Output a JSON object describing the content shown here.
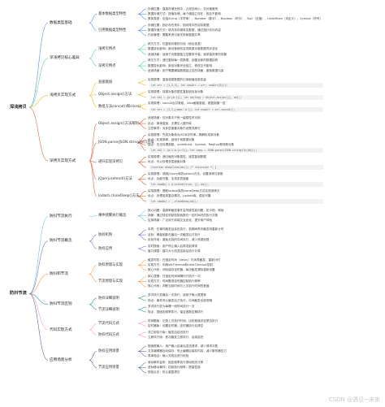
{
  "roots": [
    {
      "id": "r1",
      "label": "深浅拷贝",
      "children": [
        {
          "id": "a",
          "label": "数据类型基础",
          "children": [
            {
              "label": "基本数据类型特性",
              "leaves": [
                "存储位置：直接存储在栈中，占用空间小，访问速度快",
                "数据存储方式：按值存储，每个值独立存在，相互不影响",
                "具体类型：包括String（字符串）、Number（数字）、Boolean（布尔）、Null（空值）、Undefined（未定义）、Symbol（符号）"
              ]
            },
            {
              "label": "引用数据类型特性",
              "leaves": [
                "存储位置：指针存在栈中，指向堆中的实际数据",
                "数据存储方式：堆内存存储真实数据，通过指针访问内容",
                "内存管理：需要考虑引用关系和数据共享"
              ]
            }
          ]
        },
        {
          "id": "b",
          "label": "深浅拷贝核心差异",
          "children": [
            {
              "label": "浅拷贝特点",
              "leaves": [
                "拷贝方式：仅复制对象的引用（地址信息）",
                "数据变化影响：新对象修改会导致原对象数据同步变化",
                "适用场景：适用于对数据独立性要求不高，追求高效率的场景"
              ]
            },
            {
              "label": "深拷贝特点",
              "leaves": [
                "拷贝方式：递归复制每一层数据，创建全新的数据结构",
                "数据变化影响：新旧对象完全独立，修改互不影响",
                "适用场景：用于需要确保数据独立性的场景，避免数据污染"
              ]
            }
          ]
        },
        {
          "id": "c",
          "label": "浅拷贝实现方式",
          "children": [
            {
              "label": "直接赋值",
              "leaves": [
                "实现原理：直接将原数据的引用赋值给新变量"
              ],
              "code": "let arr = [1,2,3]; let newArr = arr; newArr[0]=1;"
            },
            {
              "label": "Object.assign()方法",
              "leaves": [
                "实现原理：将源对象的属性复制到目标对象"
              ],
              "code": "let obj = {a:{b:1}}; let objCopy = Object.assign({}, obj);"
            },
            {
              "label": "数组方法concat()和slice()",
              "leaves": [
                "实现原理：concat合并数组，slice截取数组，都复制第一层"
              ],
              "code": "let arr = [1,2,{name:'a'}]; let newArr = arr.concat();"
            }
          ]
        },
        {
          "id": "d",
          "label": "深拷贝实现方式",
          "children": [
            {
              "label": "Object.assign()方法限制",
              "leaves": [
                "适用场景：仅对象中只有一级属性时可用",
                "优点：简单直接，无需引入额外库",
                "注意事项：对多层嵌套对象仍然是浅拷贝"
              ]
            },
            {
              "label": "JSON.parse(JSON.stringify())方法",
              "leaves": [
                "实现原理：先将对象转为JSON字符串，再解析成新对象",
                "优点：实现简单，适用于纯数据对象",
                "缺点：无法处理函数、undefined、Symbol，RegExp等特殊对象"
              ],
              "code": "let obj = {a:1,b:{c:2}}; let copy = JSON.parse(JSON.stringify(obj));"
            },
            {
              "label": "递归实现深拷贝",
              "leaves": [
                "实现原理：递归遍历对象属性，逐层复制数据",
                "优点：可以处理多层嵌套对象"
              ],
              "code": "function deepClone(obj){ /* recursion */ }"
            },
            {
              "label": "jQuery.extend()方法",
              "leaves": [
                "实现原理：调用jQuery库的extend方法，设置深拷贝参数",
                "优点：功能完善，支持多层嵌套"
              ],
              "code": "let newObj = $.extend(true, {}, obj);"
            },
            {
              "label": "lodash.cloneDeep()方法",
              "leaves": [
                "实现原理：借助lodash库的cloneDeep方法实现深拷贝",
                "优点：处理各类复杂情况，Lodash库，稳定可靠"
              ],
              "code": "let newObj = _.cloneDeep(obj);"
            }
          ]
        }
      ]
    },
    {
      "id": "r2",
      "label": "防抖节流",
      "children": [
        {
          "id": "e",
          "label": "防抖节流执行",
          "children": [
            {
              "label": "事件频繁执行概念",
              "leaves": [
                "核心问题：高频率触发事件会导致性能问题，如卡顿、掉帧",
                "场景：通过特定机制控制函数在一定时间内的执行次数",
                "应用场景：广泛用于前端交互优化，提升用户体验"
              ]
            }
          ]
        },
        {
          "id": "f",
          "label": "防抖节流概念",
          "children": [
            {
              "label": "防抖机制",
              "leaves": [
                "本质：在事件触发后延迟执行，若期间再次触发则重新计时",
                "目标：确保函数在最后一次触发后才执行",
                "优化作用：避免无效的中间执行，减少资源浪费"
              ]
            },
            {
              "label": "防抖应用",
              "leaves": [
                "实时搜索：用户停止输入后再发起请求",
                "窗口调整：窗口大小改变结束后执行计算"
              ]
            }
          ]
        },
        {
          "id": "g",
          "label": "防抖和节流",
          "children": [
            {
              "label": "防抖原理与实现",
              "leaves": [
                "触发时机：在指定时间（delay）内未再触发，重新计时",
                "实现方式：利用setTimeout和clearTimeout控制",
                "核心代码：闭包保存定时器，每次触发清除重新设置"
              ]
            },
            {
              "label": "节流原理与实现",
              "leaves": [
                "核心逻辑：在指定时间间隔内只执行一次",
                "实现方式：时间戳或定时器控制执行频率",
                "核心代码：判断当前时间与上次执行时间的差值"
              ]
            }
          ]
        },
        {
          "id": "h",
          "label": "防抖节流区别",
          "children": [
            {
              "label": "防抖详细说明",
              "leaves": [
                "多次执行变最后一次执行，适用于输入框搜索",
                "特点：事件停止触发后才执行，中间触发全部忽略"
              ]
            },
            {
              "label": "节流详细说明",
              "leaves": [
                "多次执行变为每隔一段时间执行一次",
                "特点：按固定频率执行，保证函数定期执行"
              ]
            }
          ]
        },
        {
          "id": "i",
          "label": "代码实现方式",
          "children": [
            {
              "label": "节流代码方式",
              "leaves": [
                "时间戳版：记录上次执行时间，比较差值决定是否执行",
                "定时器版：设置定时器，定时器执行后清空"
              ]
            },
            {
              "label": "防抖代码方式",
              "leaves": [
                "非立即执行版：触发后延迟执行",
                "立即执行版：首次触发立即执行，后续延迟"
              ]
            }
          ]
        },
        {
          "id": "j",
          "label": "应用场景分析",
          "children": [
            {
              "label": "防抖应用场景",
              "leaves": [
                "搜索框输入：用户输入结束后发送请求，减少请求次数",
                "文本编辑器自动保存：停止编辑后保存内容，减少服务器压力",
                "表单验证：输入完成后进行校验"
              ]
            },
            {
              "label": "节流应用场景",
              "leaves": [
                "滚动事件监听：固定频率执行滚动相关计算",
                "鼠标移动事件：控制执行频率，提高性能",
                "按钮点击：防止重复提交"
              ]
            }
          ]
        }
      ]
    }
  ],
  "watermark": "CSDN @遇见~未来"
}
